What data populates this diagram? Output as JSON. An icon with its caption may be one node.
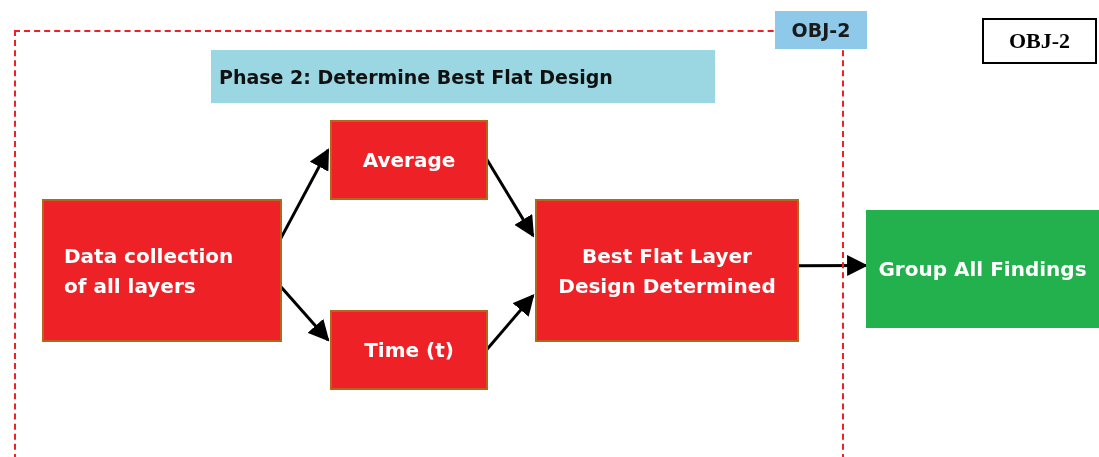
{
  "diagram": {
    "nodes": [
      {
        "text": [
          "OBJ-2"
        ]
      },
      {
        "text": [
          "Phase 2: Determine Best Flat Design"
        ],
        "in": 0
      },
      {
        "text": [
          "Data collection of all layers"
        ],
        "in": 0
      },
      {
        "text": [
          "Average"
        ],
        "in": 0
      },
      {
        "text": [
          "Time (t)"
        ],
        "in": 0
      },
      {
        "text": [
          "Best Flat Layer Design Determined"
        ],
        "in": 0
      },
      {
        "text": [
          "Group All Findings"
        ]
      },
      {
        "text": [
          "OBJ-2"
        ]
      }
    ],
    "edges": [
      {
        "from": 2,
        "to": 3,
        "arrow": "to"
      },
      {
        "from": 2,
        "to": 4,
        "arrow": "to"
      },
      {
        "from": 3,
        "to": 5,
        "arrow": "to"
      },
      {
        "from": 4,
        "to": 5,
        "arrow": "to"
      },
      {
        "from": 5,
        "to": 6,
        "arrow": "to"
      }
    ]
  }
}
